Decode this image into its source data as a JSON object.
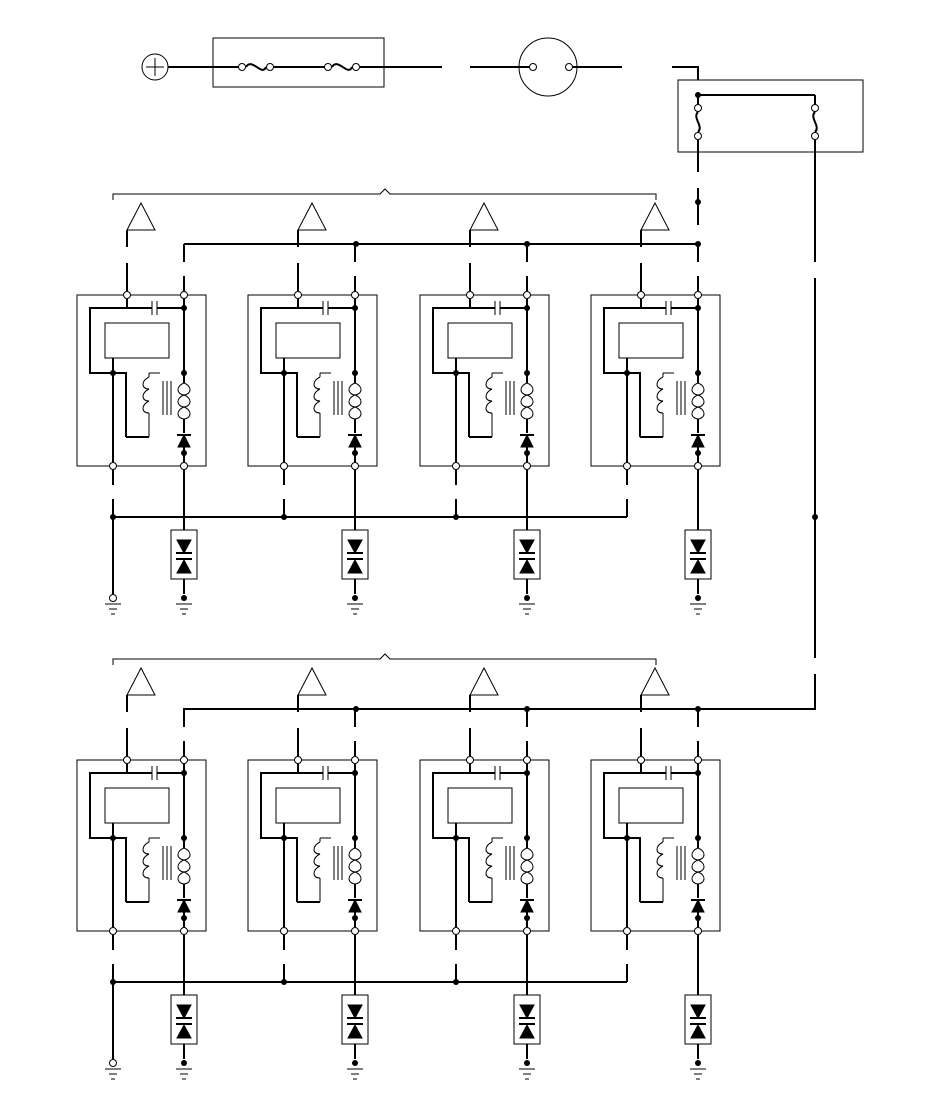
{
  "diagram": {
    "type": "wiring-schematic",
    "components": {
      "battery_terminal": "plus-terminal-icon",
      "fuse_holder": "fuse-block",
      "ignition_switch": "round-connector",
      "relay": "relay-box",
      "ignition_coil_unit": "coil-driver-module",
      "spark_plug": "spark-plug-triangle-icon",
      "ground": "ground-icon",
      "diode_block": "diode-connector"
    },
    "banks": 2,
    "modules_per_bank": 4,
    "colors": {
      "line": "#000000",
      "background": "#ffffff"
    }
  }
}
